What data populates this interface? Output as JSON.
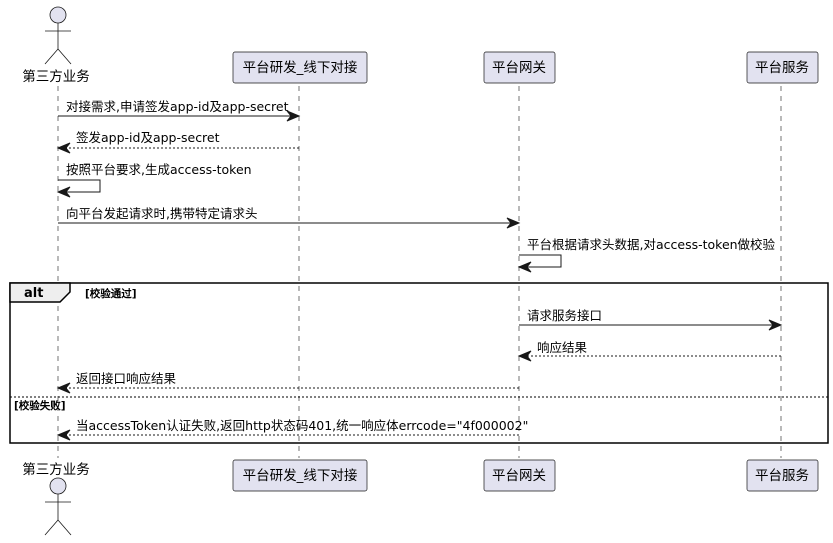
{
  "participants": {
    "third_party": "第三方业务",
    "platform_dev": "平台研发_线下对接",
    "gateway": "平台网关",
    "service": "平台服务"
  },
  "messages": {
    "m1": "对接需求,申请签发app-id及app-secret",
    "m2": "签发app-id及app-secret",
    "m3": "按照平台要求,生成access-token",
    "m4": "向平台发起请求时,携带特定请求头",
    "m5": "平台根据请求头数据,对access-token做校验",
    "m6": "请求服务接口",
    "m7": "响应结果",
    "m8": "返回接口响应结果",
    "m9": "当accessToken认证失败,返回http状态码401,统一响应体errcode=\"4f000002\""
  },
  "fragment": {
    "keyword": "alt",
    "guard_success": "[校验通过]",
    "guard_fail": "[校验失败]"
  },
  "colors": {
    "participant_fill": "#e2e2f0",
    "stroke": "#181818"
  }
}
